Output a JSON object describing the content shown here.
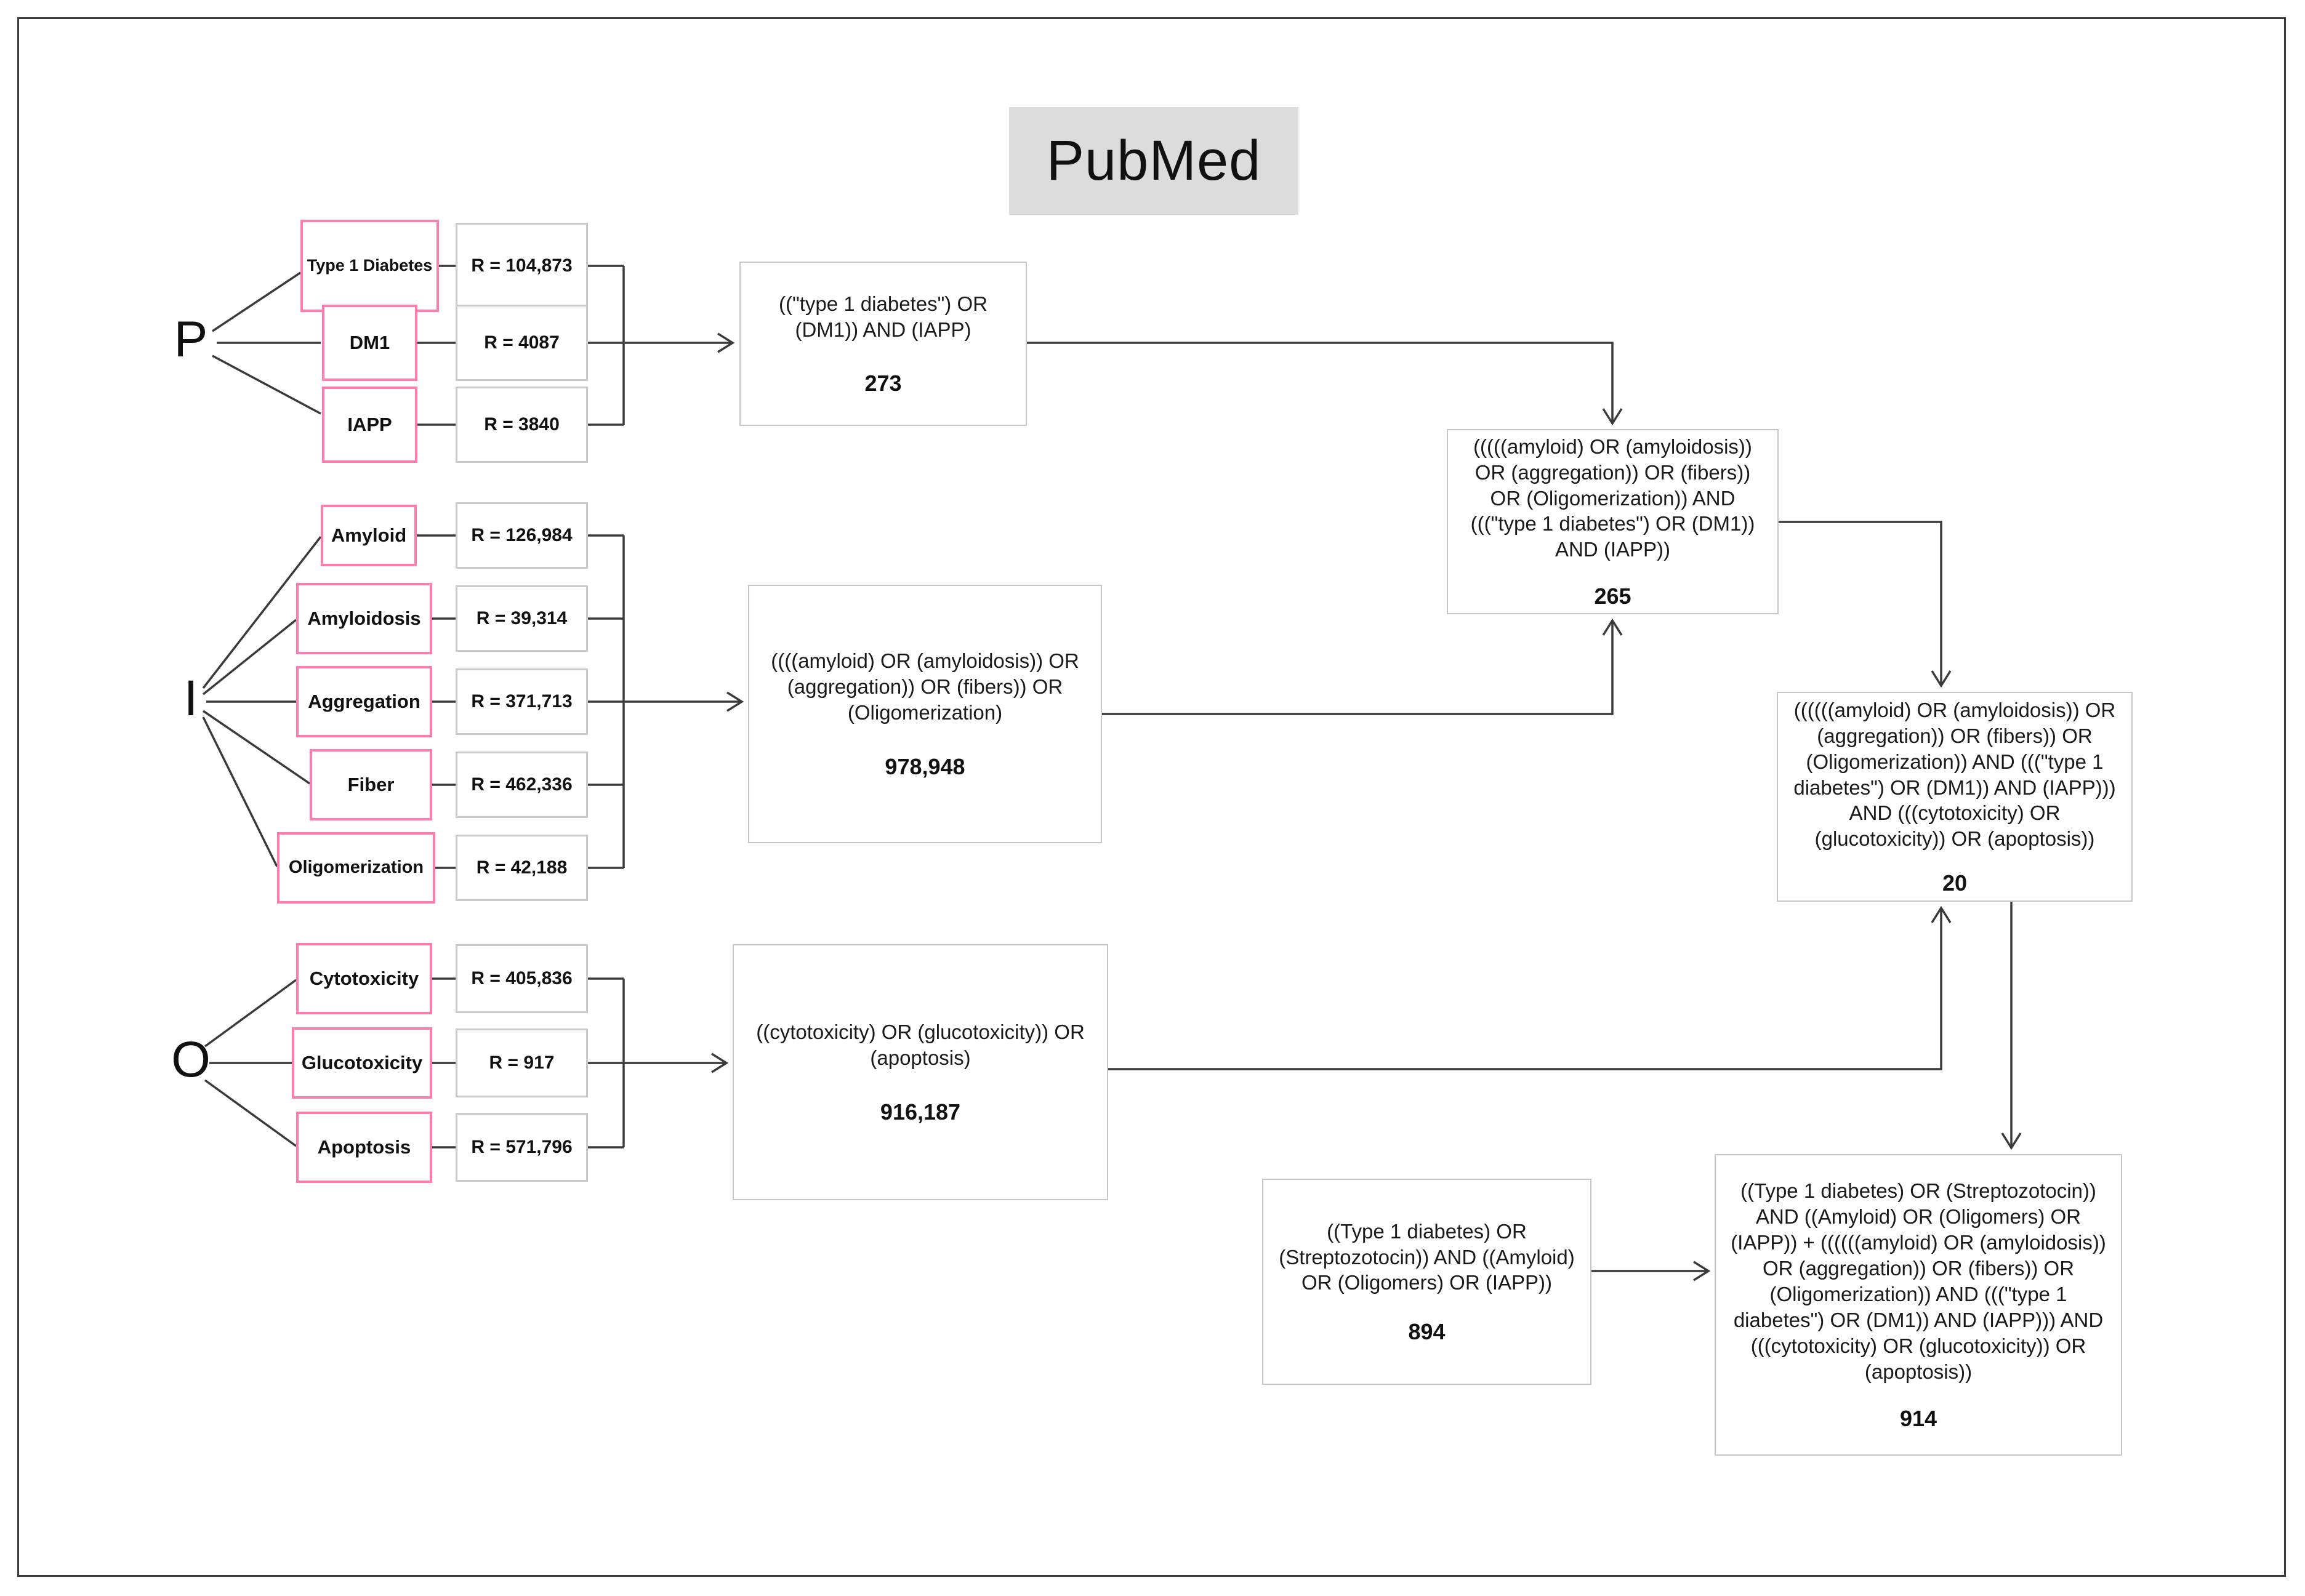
{
  "title": "PubMed",
  "colors": {
    "pink_border": "#ff7cae",
    "gray_border": "#c9c9c9",
    "line": "#3a3a3a",
    "banner_bg": "#dcdcdc"
  },
  "p_section": {
    "letter": "P",
    "terms": [
      {
        "label": "Type 1 Diabetes",
        "result": "R = 104,873"
      },
      {
        "label": "DM1",
        "result": "R = 4087"
      },
      {
        "label": "IAPP",
        "result": "R = 3840"
      }
    ],
    "query": {
      "text": "((\"type 1 diabetes\") OR (DM1)) AND (IAPP)",
      "count": "273"
    }
  },
  "i_section": {
    "letter": "I",
    "terms": [
      {
        "label": "Amyloid",
        "result": "R = 126,984"
      },
      {
        "label": "Amyloidosis",
        "result": "R = 39,314"
      },
      {
        "label": "Aggregation",
        "result": "R = 371,713"
      },
      {
        "label": "Fiber",
        "result": "R = 462,336"
      },
      {
        "label": "Oligomerization",
        "result": "R = 42,188"
      }
    ],
    "query": {
      "text": "((((amyloid) OR (amyloidosis)) OR (aggregation)) OR (fibers)) OR (Oligomerization)",
      "count": "978,948"
    }
  },
  "o_section": {
    "letter": "O",
    "terms": [
      {
        "label": "Cytotoxicity",
        "result": "R = 405,836"
      },
      {
        "label": "Glucotoxicity",
        "result": "R = 917"
      },
      {
        "label": "Apoptosis",
        "result": "R = 571,796"
      }
    ],
    "query": {
      "text": "((cytotoxicity) OR (glucotoxicity)) OR (apoptosis)",
      "count": "916,187"
    }
  },
  "combined": {
    "p_and_i": {
      "text": "(((((amyloid) OR (amyloidosis)) OR (aggregation)) OR (fibers)) OR (Oligomerization)) AND (((\"type 1 diabetes\") OR (DM1)) AND (IAPP))",
      "count": "265"
    },
    "p_i_o": {
      "text": "((((((amyloid) OR (amyloidosis)) OR (aggregation)) OR (fibers)) OR (Oligomerization)) AND (((\"type 1 diabetes\") OR (DM1)) AND (IAPP))) AND (((cytotoxicity) OR (glucotoxicity)) OR (apoptosis))",
      "count": "20"
    },
    "supplementary": {
      "text": "((Type 1 diabetes) OR (Streptozotocin)) AND ((Amyloid) OR (Oligomers) OR (IAPP))",
      "count": "894"
    },
    "final": {
      "text": "((Type 1 diabetes) OR (Streptozotocin)) AND ((Amyloid) OR (Oligomers) OR (IAPP)) + ((((((amyloid) OR (amyloidosis)) OR (aggregation)) OR (fibers)) OR (Oligomerization)) AND (((\"type 1 diabetes\") OR (DM1)) AND (IAPP))) AND (((cytotoxicity) OR (glucotoxicity)) OR (apoptosis))",
      "count": "914"
    }
  }
}
